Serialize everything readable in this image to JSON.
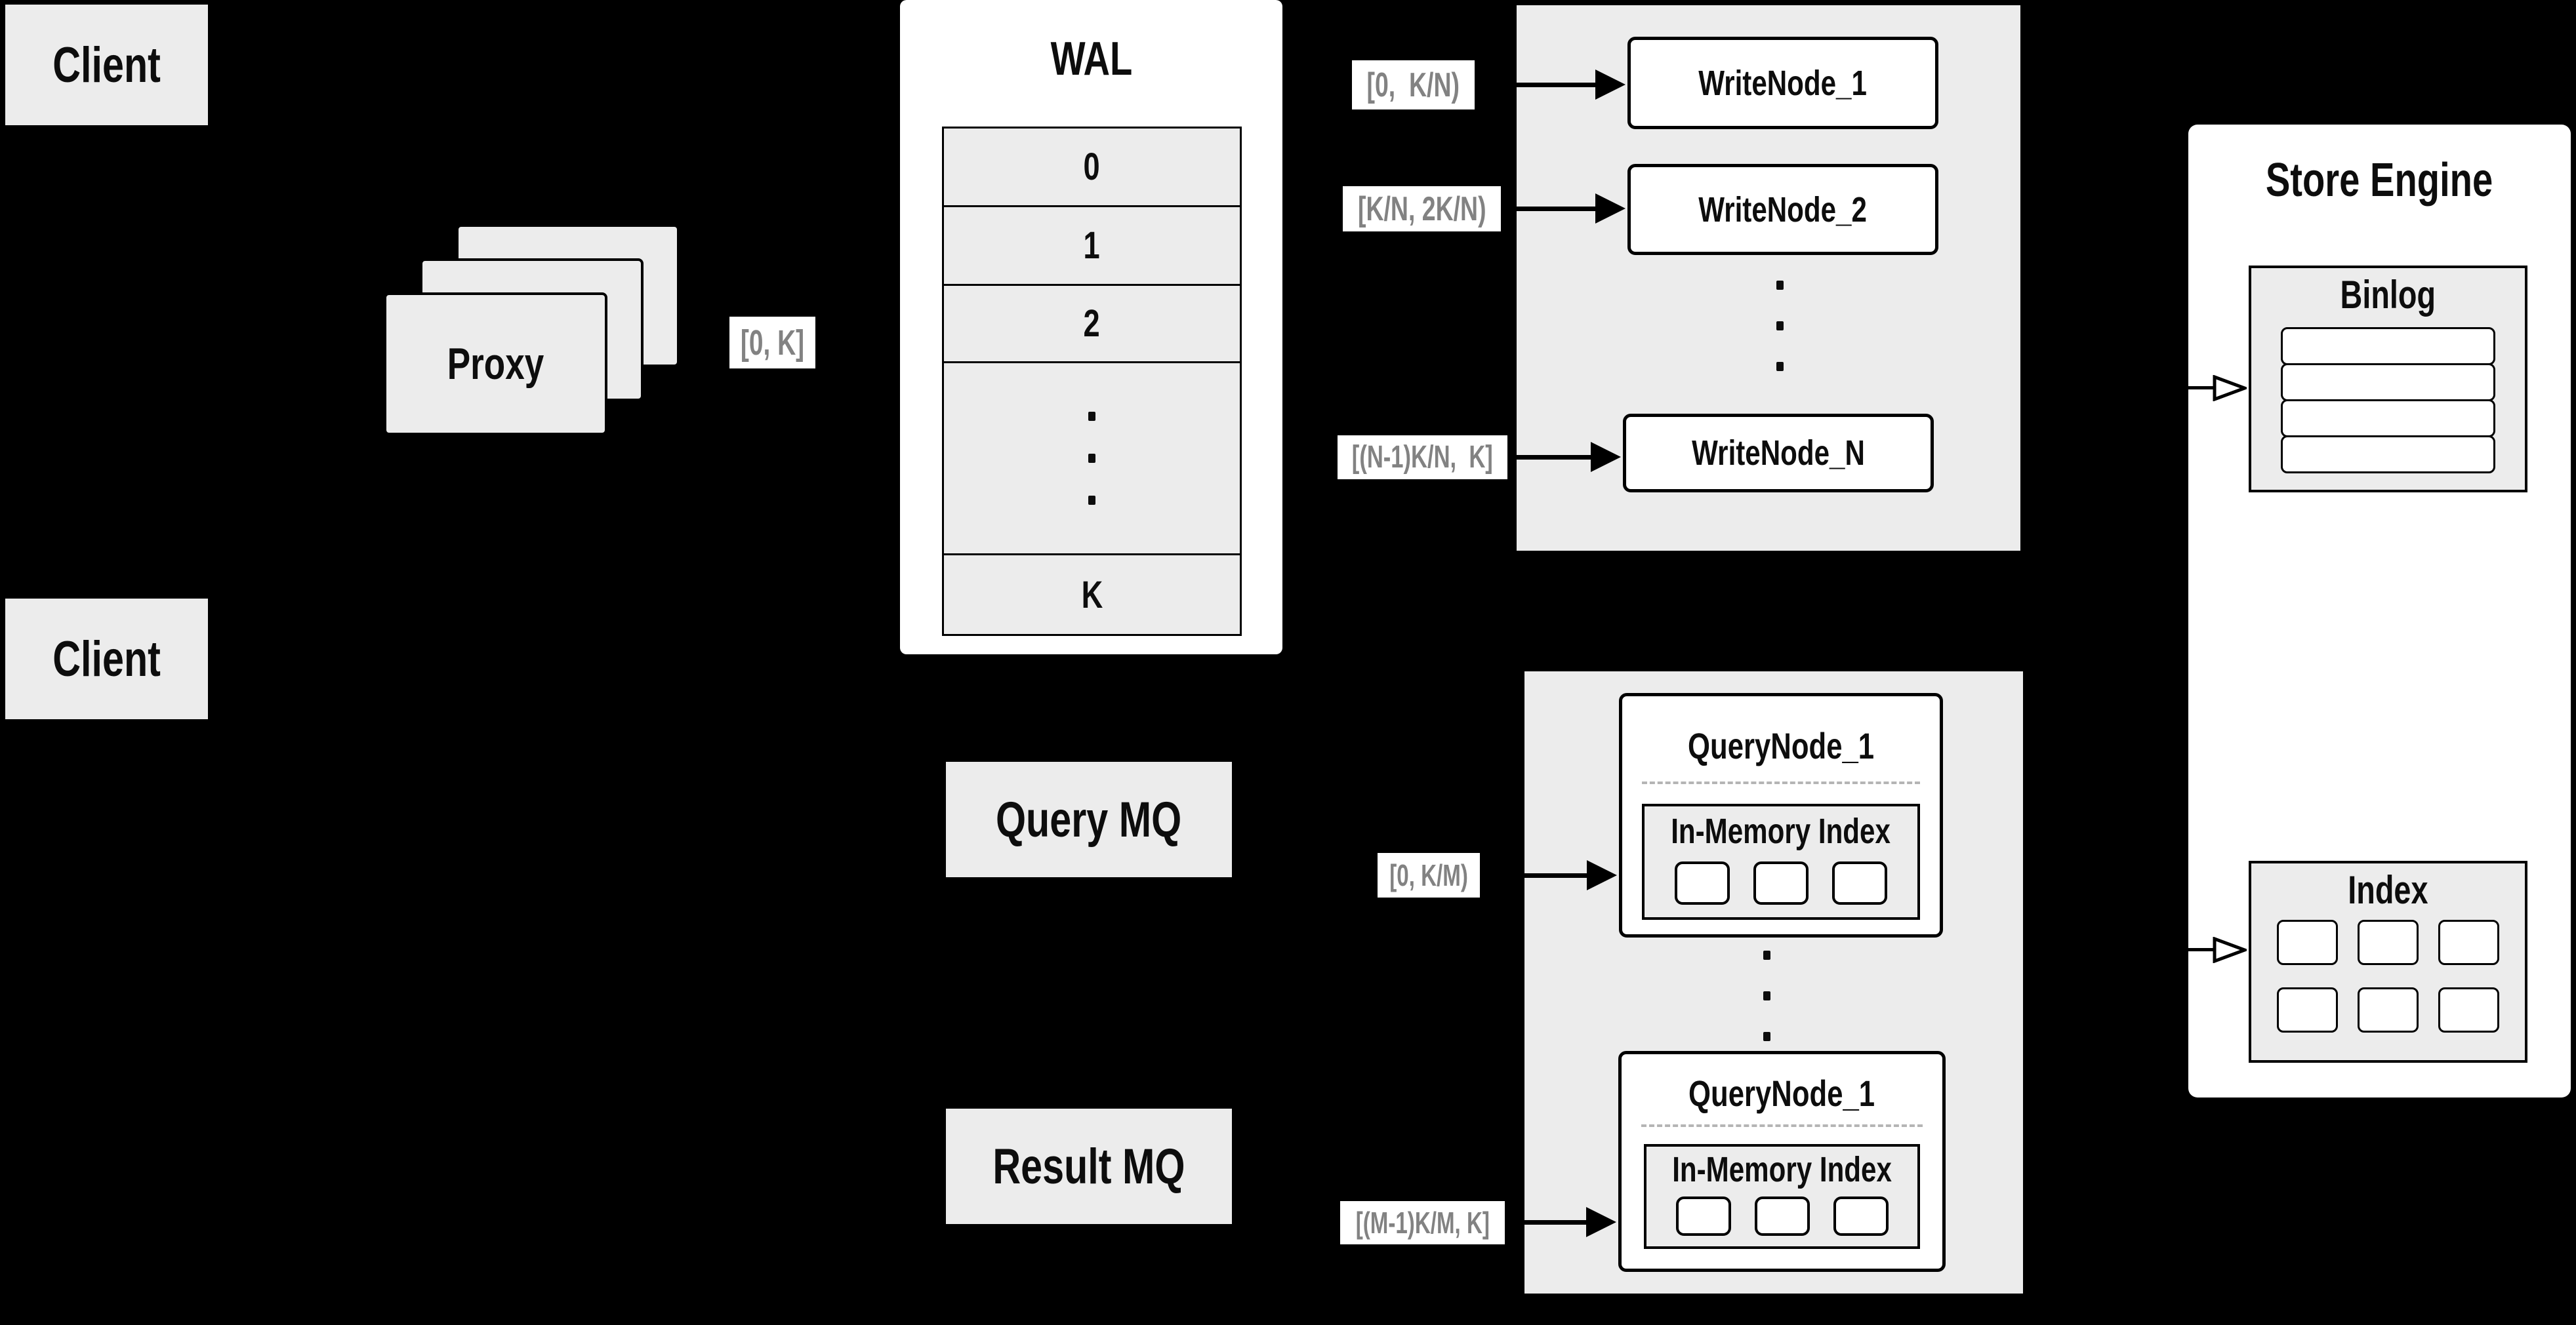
{
  "colors": {
    "background": "#000000",
    "box_gray": "#ececec",
    "box_white": "#ffffff",
    "border": "#000000",
    "text": "#0d0d0d",
    "chip_text": "#828282",
    "divider_dashed": "#b5b5b5"
  },
  "clients": {
    "top_label": "Client",
    "bottom_label": "Client"
  },
  "proxy": {
    "label": "Proxy"
  },
  "range_chips": {
    "proxy_out": "[0, K]",
    "write_1": "[0,  K/N)",
    "write_2": "[K/N, 2K/N)",
    "write_n": "[(N-1)K/N,  K]",
    "query_1": "[0, K/M)",
    "query_m": "[(M-1)K/M, K]"
  },
  "wal": {
    "title": "WAL",
    "rows": [
      "0",
      "1",
      "2",
      "K"
    ]
  },
  "write_nodes": {
    "node_1": "WriteNode_1",
    "node_2": "WriteNode_2",
    "node_n": "WriteNode_N"
  },
  "query_mq": {
    "label": "Query MQ"
  },
  "result_mq": {
    "label": "Result MQ"
  },
  "query_nodes": {
    "node_top": "QueryNode_1",
    "node_bottom": "QueryNode_1",
    "in_memory_top": "In-Memory Index",
    "in_memory_bottom": "In-Memory Index"
  },
  "store_engine": {
    "title": "Store Engine",
    "binlog_title": "Binlog",
    "index_title": "Index"
  }
}
